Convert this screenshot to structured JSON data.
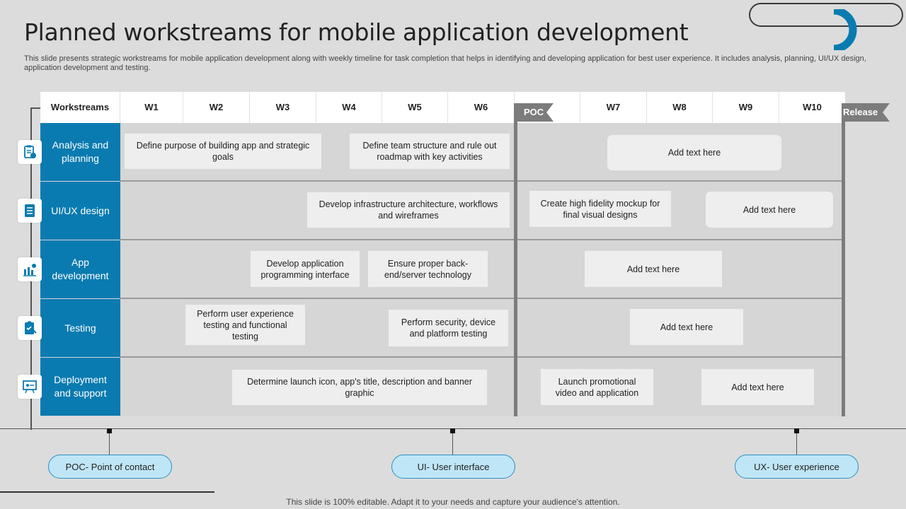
{
  "title": "Planned workstreams for mobile application development",
  "subtitle": "This slide presents strategic workstreams for mobile application development along with weekly timeline for task completion that helps in identifying and developing application for best user experience. It includes analysis, planning, UI/UX design, application development and testing.",
  "header": {
    "workstreams": "Workstreams",
    "w1": "W1",
    "w2": "W2",
    "w3": "W3",
    "w4": "W4",
    "w5": "W5",
    "w6": "W6",
    "w7": "W7",
    "w8": "W8",
    "w9": "W9",
    "w10": "W10"
  },
  "milestones": {
    "poc": "POC",
    "release": "Release"
  },
  "workstreams": {
    "analysis": "Analysis and planning",
    "uiux": "UI/UX design",
    "app": "App development",
    "testing": "Testing",
    "deploy": "Deployment and support"
  },
  "tasks": {
    "t1": "Define purpose of building app and strategic goals",
    "t2": "Define team structure and rule out roadmap with key activities",
    "t3": "Add text here",
    "t4": "Develop infrastructure architecture, workflows and wireframes",
    "t5": "Create high fidelity mockup for final visual designs",
    "t6": "Add text here",
    "t7": "Develop application programming interface",
    "t8": "Ensure proper back-end/server technology",
    "t9": "Add text here",
    "t10": "Perform user experience testing and functional testing",
    "t11": "Perform security, device and platform testing",
    "t12": "Add text here",
    "t13": "Determine launch icon, app's title, description and banner graphic",
    "t14": "Launch promotional video and application",
    "t15": "Add text here"
  },
  "legend": {
    "poc": "POC- Point of contact",
    "ui": "UI- User interface",
    "ux": "UX- User experience"
  },
  "footer": "This slide is 100% editable. Adapt it to your needs and capture your audience's attention.",
  "colors": {
    "accent": "#0a7bb0",
    "milestone": "#7c7c7c",
    "legend_fill": "#bfe6f7"
  }
}
